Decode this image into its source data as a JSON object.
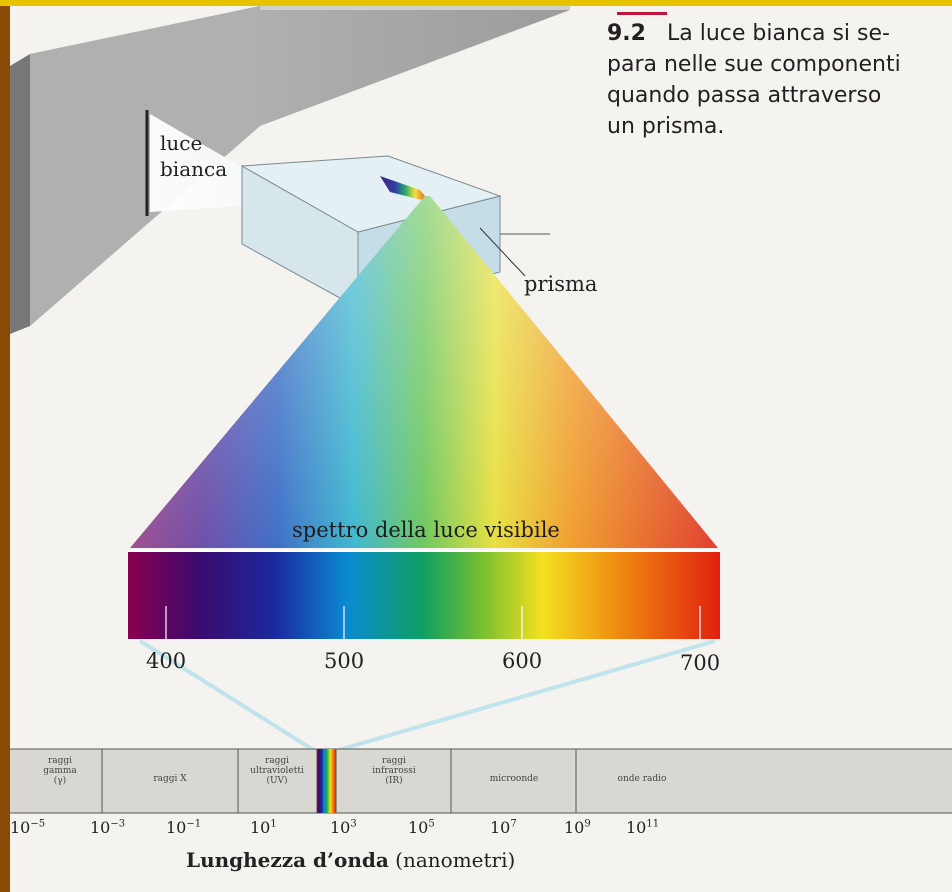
{
  "caption": {
    "number": "9.2",
    "lines": [
      "La luce bianca si se-",
      "para nelle sue componenti",
      "quando passa attraverso",
      "un prisma."
    ]
  },
  "diagram": {
    "white_light_label": [
      "luce",
      "bianca"
    ],
    "prism_label": "prisma",
    "spectrum_title": "spettro della luce visibile",
    "visible_ticks": [
      "400",
      "500",
      "600",
      "700"
    ],
    "spectrum_colors": [
      "#8a0050",
      "#3a0a6e",
      "#1a2aa0",
      "#0a8ad0",
      "#10a060",
      "#7ac030",
      "#f4e020",
      "#f09010",
      "#e02010"
    ]
  },
  "em_spectrum": {
    "regions": [
      {
        "name": "raggi gamma (γ)",
        "lines": [
          "raggi",
          "gamma",
          "(γ)"
        ]
      },
      {
        "name": "raggi X",
        "lines": [
          "raggi X"
        ]
      },
      {
        "name": "raggi ultravioletti (UV)",
        "lines": [
          "raggi",
          "ultravioletti",
          "(UV)"
        ]
      },
      {
        "name": "raggi infrarossi (IR)",
        "lines": [
          "raggi",
          "infrarossi",
          "(IR)"
        ]
      },
      {
        "name": "microonde",
        "lines": [
          "microonde"
        ]
      },
      {
        "name": "onde radio",
        "lines": [
          "onde radio"
        ]
      }
    ],
    "ticks": [
      {
        "base": "10",
        "exp": "−5"
      },
      {
        "base": "10",
        "exp": "−3"
      },
      {
        "base": "10",
        "exp": "−1"
      },
      {
        "base": "10",
        "exp": "1"
      },
      {
        "base": "10",
        "exp": "3"
      },
      {
        "base": "10",
        "exp": "5"
      },
      {
        "base": "10",
        "exp": "7"
      },
      {
        "base": "10",
        "exp": "9"
      },
      {
        "base": "10",
        "exp": "11"
      }
    ],
    "axis_label_bold": "Lunghezza d’onda",
    "axis_label_unit": "(nanometri)"
  }
}
